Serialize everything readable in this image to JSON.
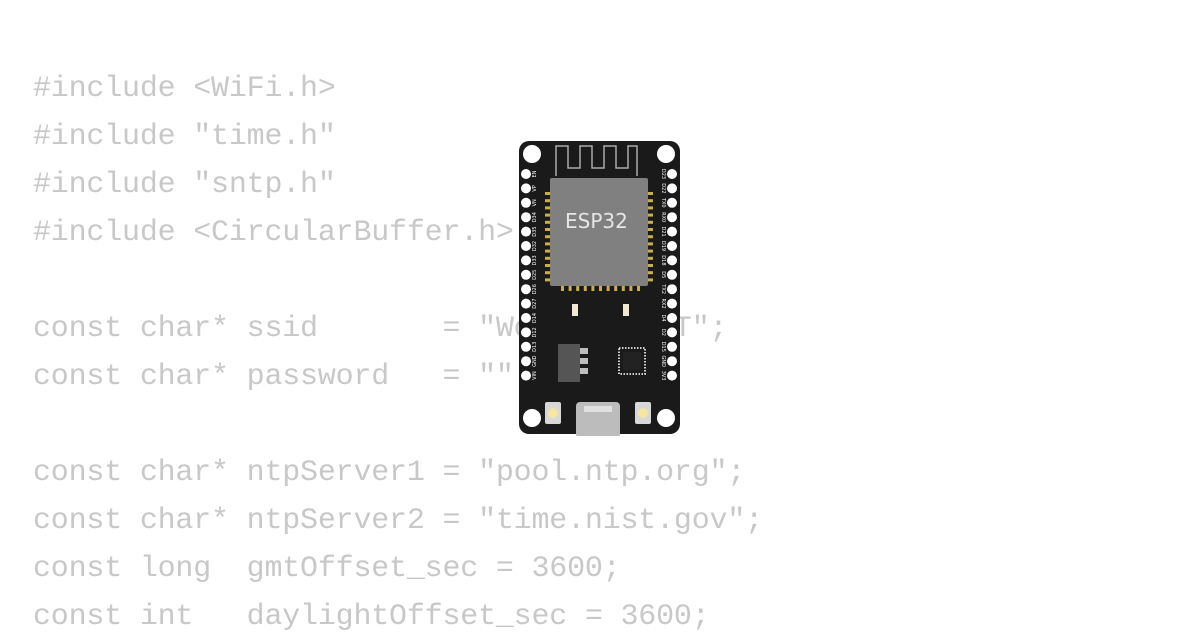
{
  "code_lines": [
    "#include <WiFi.h>",
    "#include \"time.h\"",
    "#include \"sntp.h\"",
    "#include <CircularBuffer.h>",
    "",
    "const char* ssid       = \"Wokwi-GUEST\";",
    "const char* password   = \"\";",
    "",
    "const char* ntpServer1 = \"pool.ntp.org\";",
    "const char* ntpServer2 = \"time.nist.gov\";",
    "const long  gmtOffset_sec = 3600;",
    "const int   daylightOffset_sec = 3600;"
  ],
  "board": {
    "chip_label": "ESP32",
    "left_pins": [
      "EN",
      "VP",
      "VN",
      "D34",
      "D35",
      "D32",
      "D33",
      "D25",
      "D26",
      "D27",
      "D14",
      "D12",
      "D13",
      "GND",
      "VIN"
    ],
    "right_pins": [
      "D23",
      "D22",
      "TX0",
      "RX0",
      "D21",
      "D19",
      "D18",
      "D5",
      "TX2",
      "RX2",
      "D4",
      "D2",
      "D15",
      "GND",
      "3V3"
    ]
  },
  "colors": {
    "code_text": "#c8c8c8",
    "board_body": "#1a1a1a",
    "chip": "#808080",
    "pin_gold": "#c8b046",
    "button_led": "#f5e6a0"
  }
}
